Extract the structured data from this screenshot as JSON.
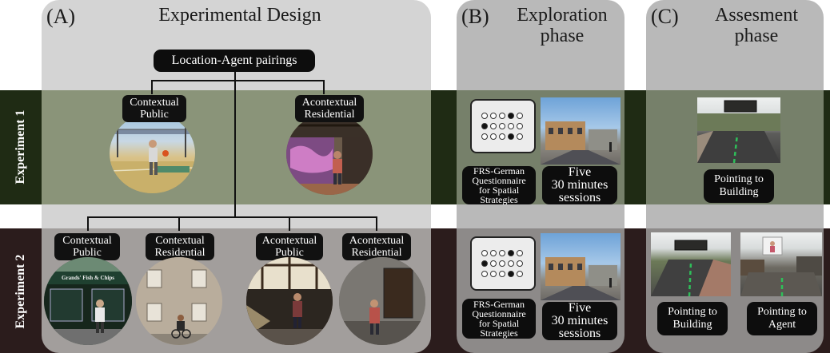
{
  "panel_a": {
    "letter": "(A)",
    "title": "Experimental Design"
  },
  "panel_b": {
    "letter": "(B)",
    "title_line1": "Exploration",
    "title_line2": "phase"
  },
  "panel_c": {
    "letter": "(C)",
    "title_line1": "Assesment",
    "title_line2": "phase"
  },
  "root_box": "Location-Agent pairings",
  "experiment1": {
    "label": "Experiment 1",
    "pairings": [
      {
        "line1": "Contextual",
        "line2": "Public"
      },
      {
        "line1": "Acontextual",
        "line2": "Residential"
      }
    ],
    "questionnaire": [
      "FRS-German",
      "Questionnaire",
      "for Spatial",
      "Strategies"
    ],
    "sessions": [
      "Five",
      "30 minutes",
      "sessions"
    ],
    "assessment": [
      "Pointing to",
      "Building"
    ]
  },
  "experiment2": {
    "label": "Experiment 2",
    "pairings": [
      {
        "line1": "Contextual",
        "line2": "Public",
        "shop_sign": "Grands' Fish & Chips"
      },
      {
        "line1": "Contextual",
        "line2": "Residential"
      },
      {
        "line1": "Acontextual",
        "line2": "Public"
      },
      {
        "line1": "Acontextual",
        "line2": "Residential"
      }
    ],
    "questionnaire": [
      "FRS-German",
      "Questionnaire",
      "for Spatial",
      "Strategies"
    ],
    "sessions": [
      "Five",
      "30 minutes",
      "sessions"
    ],
    "assessment_a": [
      "Pointing to",
      "Building"
    ],
    "assessment_b": [
      "Pointing to",
      "Agent"
    ]
  }
}
